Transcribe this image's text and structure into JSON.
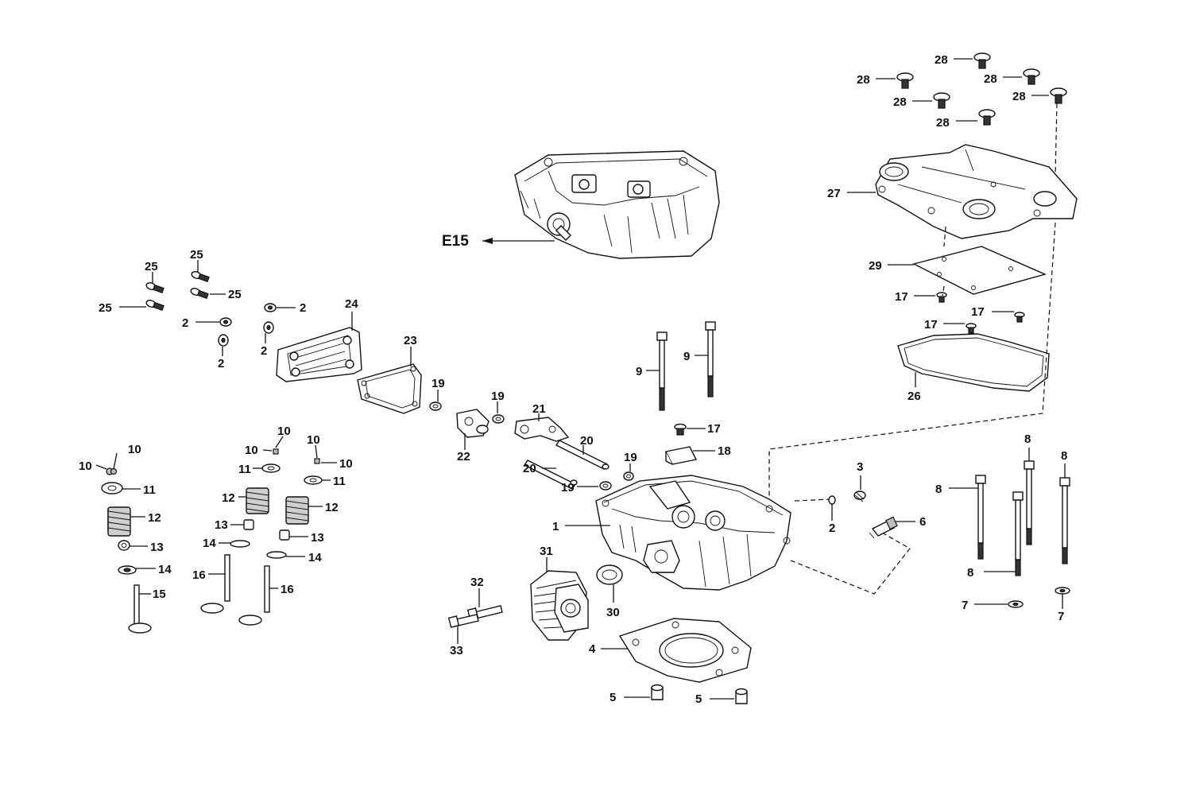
{
  "labels": {
    "l1": "1",
    "l2a": "2",
    "l2b": "2",
    "l2c": "2",
    "l2d": "2",
    "l2e": "2",
    "l3": "3",
    "l4": "4",
    "l5a": "5",
    "l5b": "5",
    "l6": "6",
    "l7a": "7",
    "l7b": "7",
    "l8a": "8",
    "l8b": "8",
    "l8c": "8",
    "l8d": "8",
    "l9a": "9",
    "l9b": "9",
    "l10a": "10",
    "l10b": "10",
    "l10c": "10",
    "l10d": "10",
    "l10e": "10",
    "l10f": "10",
    "l11a": "11",
    "l11b": "11",
    "l11c": "11",
    "l12a": "12",
    "l12b": "12",
    "l12c": "12",
    "l13a": "13",
    "l13b": "13",
    "l13c": "13",
    "l14a": "14",
    "l14b": "14",
    "l14c": "14",
    "l15": "15",
    "l16a": "16",
    "l16b": "16",
    "l17a": "17",
    "l17b": "17",
    "l17c": "17",
    "l17d": "17",
    "l18": "18",
    "l19a": "19",
    "l19b": "19",
    "l19c": "19",
    "l19d": "19",
    "l20a": "20",
    "l20b": "20",
    "l21": "21",
    "l22": "22",
    "l23": "23",
    "l24": "24",
    "l25a": "25",
    "l25b": "25",
    "l25c": "25",
    "l25d": "25",
    "l26": "26",
    "l27": "27",
    "l28a": "28",
    "l28b": "28",
    "l28c": "28",
    "l28d": "28",
    "l28e": "28",
    "l28f": "28",
    "l29": "29",
    "l30": "30",
    "l31": "31",
    "l32": "32",
    "l33": "33",
    "e15": "E15"
  }
}
